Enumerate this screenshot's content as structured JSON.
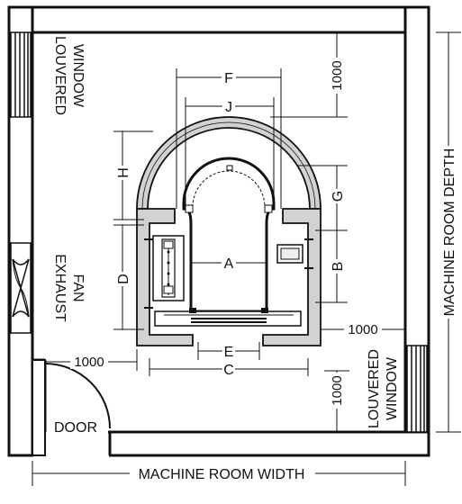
{
  "labels": {
    "louvered_window_left": [
      "LOUVERED",
      "WINDOW"
    ],
    "louvered_window_right": [
      "LOUVERED",
      "WINDOW"
    ],
    "exhaust_fan": [
      "EXHAUST",
      "FAN"
    ],
    "door": "DOOR",
    "machine_room_width": "MACHINE ROOM WIDTH",
    "machine_room_depth": "MACHINE ROOM DEPTH"
  },
  "dimensions": {
    "top_clearance": "1000",
    "right_clearance": "1000",
    "door_clearance": "1000",
    "bottom_right_clearance": "1000"
  },
  "letters": {
    "F": "F",
    "J": "J",
    "H": "H",
    "G": "G",
    "A": "A",
    "B": "B",
    "D": "D",
    "E": "E",
    "C": "C"
  },
  "colors": {
    "line": "#111111",
    "fill_gray": "#d2d2d2",
    "background": "#ffffff"
  }
}
